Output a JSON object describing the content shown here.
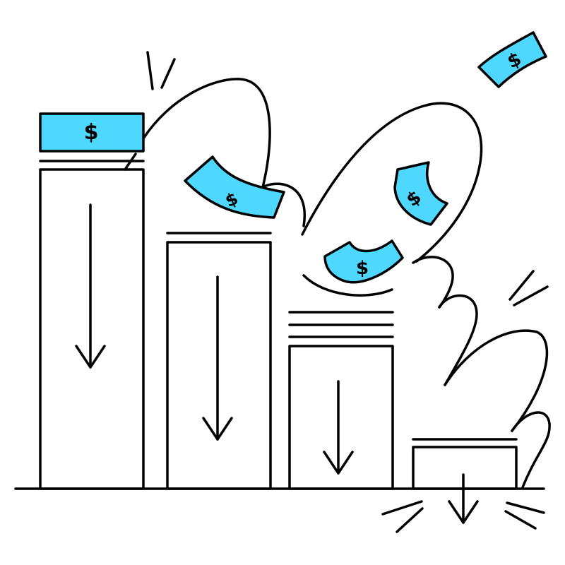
{
  "illustration": {
    "subject": "declining bar chart with money flying away",
    "colors": {
      "stroke": "#000000",
      "background": "#ffffff",
      "bill_fill": "#4fd8ff",
      "bar_highlight_fill": "#c9f3ff",
      "bar_plain_fill": "#ffffff"
    },
    "bars": [
      {
        "id": "bar-1",
        "trend": "down"
      },
      {
        "id": "bar-2",
        "trend": "down"
      },
      {
        "id": "bar-3",
        "trend": "down"
      },
      {
        "id": "bar-4",
        "trend": "down"
      }
    ],
    "bills": [
      {
        "id": "bill-1",
        "symbol": "$"
      },
      {
        "id": "bill-2",
        "symbol": "$"
      },
      {
        "id": "bill-3",
        "symbol": "$"
      },
      {
        "id": "bill-4",
        "symbol": "$"
      },
      {
        "id": "bill-5",
        "symbol": "$"
      }
    ]
  }
}
